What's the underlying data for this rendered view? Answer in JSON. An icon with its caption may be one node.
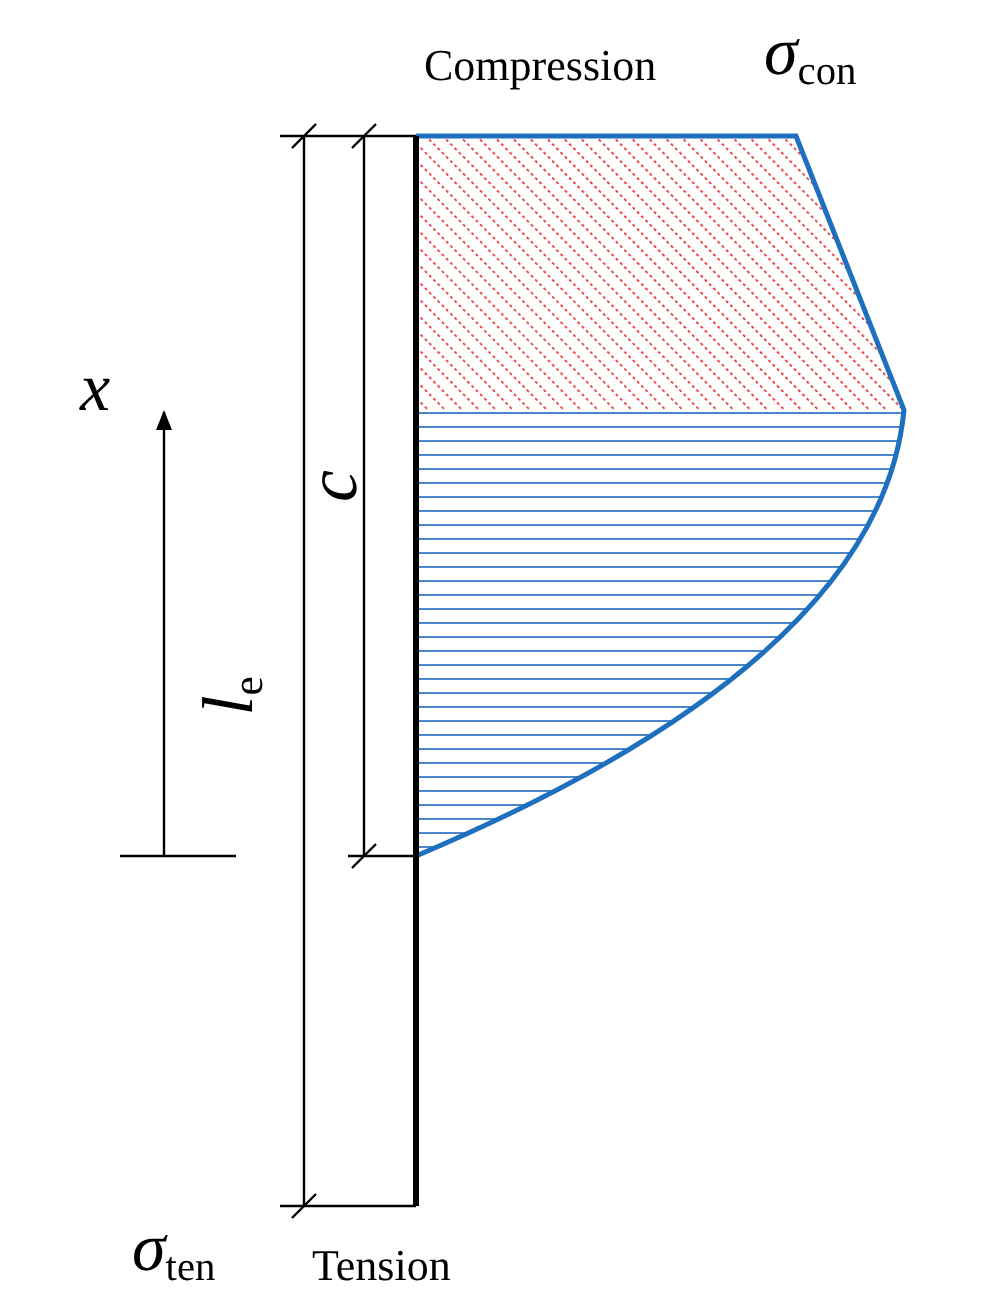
{
  "diagram": {
    "labels": [
      "Compression",
      "σ$_{con}$",
      "x",
      "c",
      "l$_{e}$",
      "σ$_{ten}$",
      "Tension"
    ]
  }
}
